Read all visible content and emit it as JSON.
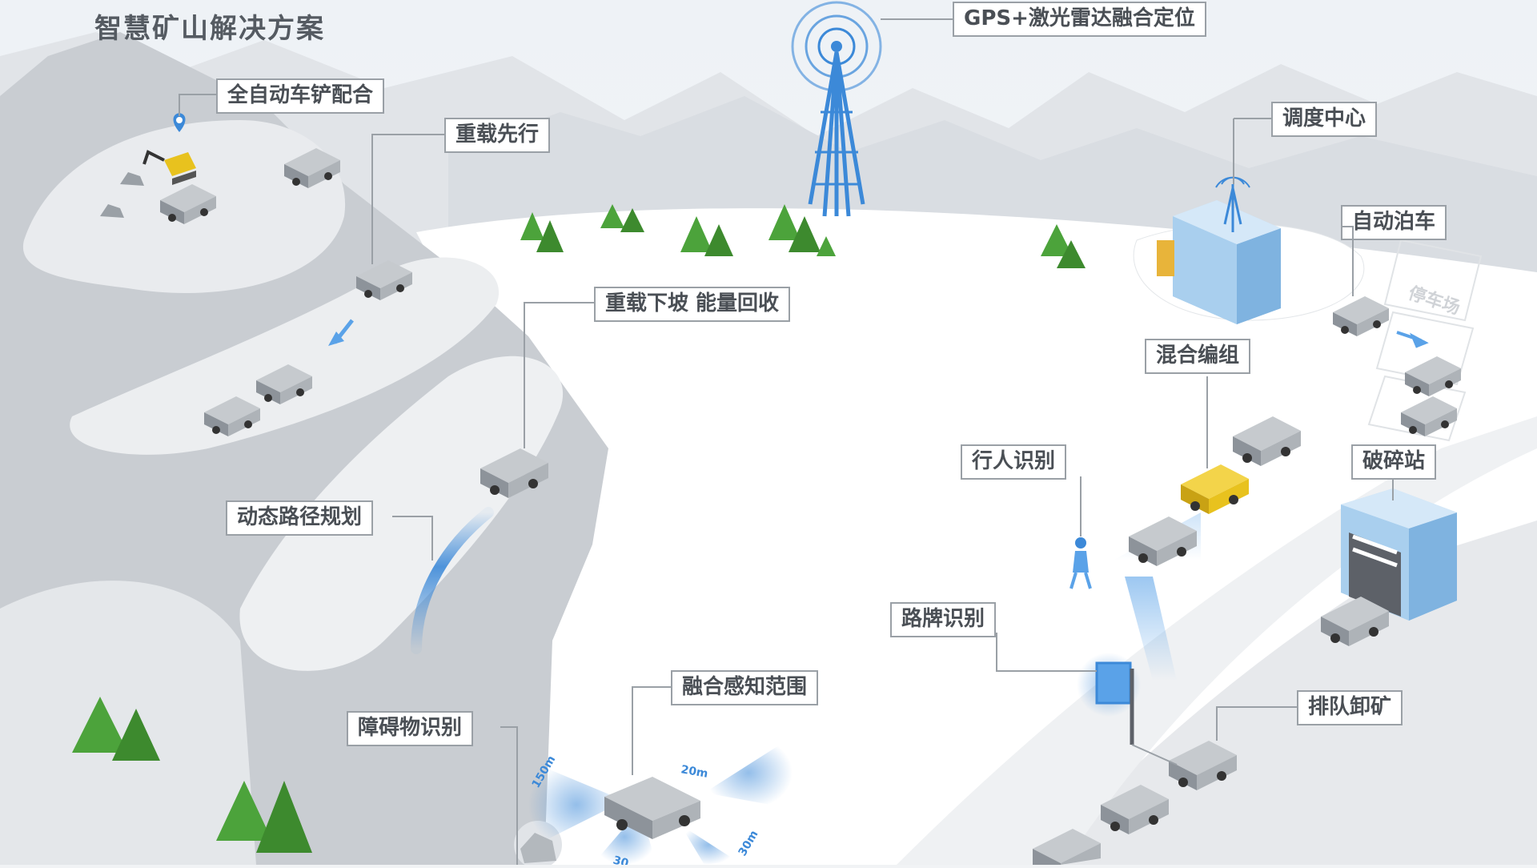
{
  "title": "智慧矿山解决方案",
  "labels": {
    "gps": "GPS+激光雷达融合定位",
    "auto_shovel": "全自动车铲配合",
    "heavy_first": "重载先行",
    "dispatch": "调度中心",
    "auto_park": "自动泊车",
    "parking_lot": "停车场",
    "downhill": "重载下坡  能量回收",
    "mixed_group": "混合编组",
    "pedestrian": "行人识别",
    "crusher": "破碎站",
    "dynamic_path": "动态路径规划",
    "sign": "路牌识别",
    "fusion": "融合感知范围",
    "obstacle": "障碍物识别",
    "queue": "排队卸矿"
  },
  "sensor_ranges": {
    "r150": "150m",
    "r20": "20m",
    "r30": "30m",
    "r30b": "30"
  },
  "colors": {
    "accent_blue": "#3c89d8",
    "yellow_truck": "#e8c21e",
    "label_border": "#9aa0a6",
    "tree_green": "#4ca33b",
    "building_blue": "#a9cfee"
  }
}
